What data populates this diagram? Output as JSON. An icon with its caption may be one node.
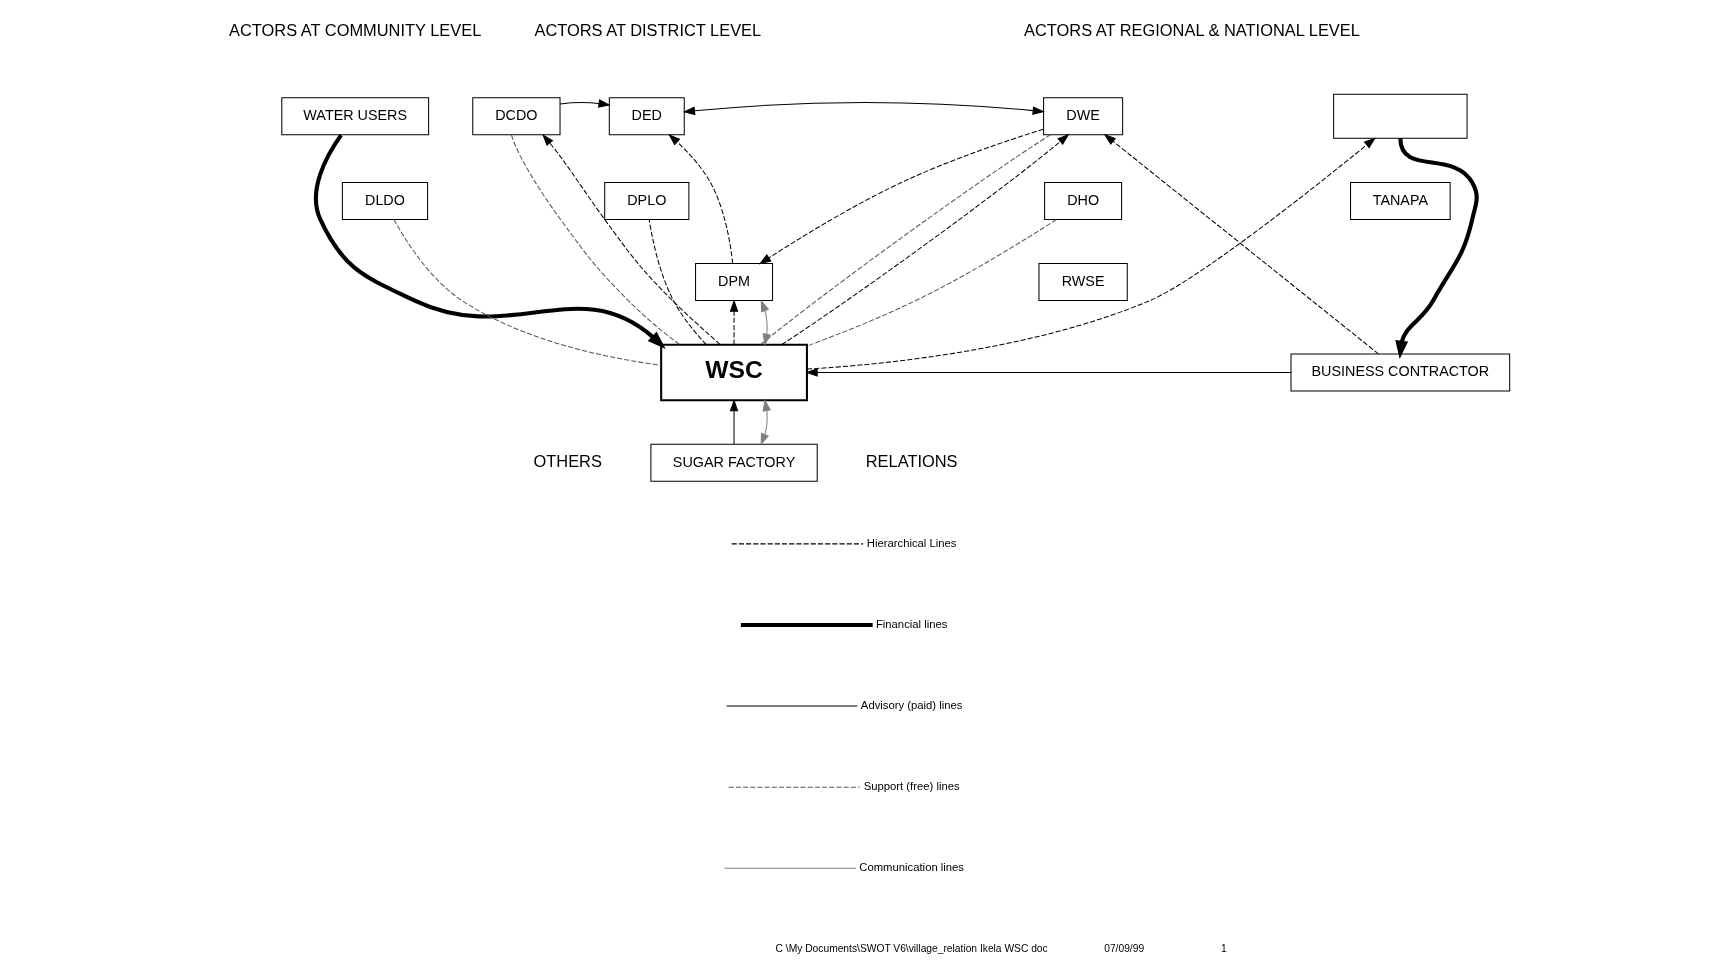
{
  "diagram": {
    "nodes": [
      {
        "text": [
          "WATER USERS"
        ]
      },
      {
        "text": [
          "DCDO"
        ]
      },
      {
        "text": [
          "DED"
        ]
      },
      {
        "text": [
          "DWE"
        ]
      },
      {
        "text": [
          "DLDO"
        ]
      },
      {
        "text": [
          "DPLO"
        ]
      },
      {
        "text": [
          "DHO"
        ]
      },
      {
        "text": [
          "DPM"
        ]
      },
      {
        "text": [
          "RWSE"
        ]
      },
      {
        "text": [],
        "shape": "box"
      },
      {
        "text": [
          "TANAPA"
        ]
      },
      {
        "text": [
          "WSC"
        ]
      },
      {
        "text": [
          "BUSINESS CONTRACTOR"
        ]
      },
      {
        "text": [
          "SUGAR FACTORY"
        ]
      }
    ],
    "edges": [
      {
        "from": 0,
        "to": 11,
        "arrow": "to",
        "style": "thick"
      },
      {
        "from": 1,
        "to": 2,
        "arrow": "to"
      },
      {
        "from": 2,
        "to": 3,
        "arrow": "both"
      },
      {
        "from": 11,
        "to": 1,
        "arrow": "to",
        "style": "dashed"
      },
      {
        "from": 7,
        "to": 2,
        "arrow": "to",
        "style": "dashed"
      },
      {
        "from": 3,
        "to": 7,
        "arrow": "to",
        "style": "dashed"
      },
      {
        "from": 11,
        "to": 7,
        "arrow": "to",
        "style": "dashed"
      },
      {
        "from": 11,
        "to": 7,
        "arrow": "both",
        "color": "#808080"
      },
      {
        "from": 11,
        "to": 3,
        "arrow": "to",
        "style": "dashed"
      },
      {
        "from": 11,
        "to": 5,
        "arrow": "none",
        "style": "dashed"
      },
      {
        "from": 1,
        "to": 11,
        "arrow": "none",
        "style": "dashed",
        "color": "#555555"
      },
      {
        "from": 4,
        "to": 11,
        "arrow": "none",
        "style": "dashed",
        "color": "#555555"
      },
      {
        "from": 6,
        "to": 11,
        "arrow": "none",
        "style": "dashed",
        "color": "#555555"
      },
      {
        "from": 3,
        "to": 11,
        "arrow": "none",
        "style": "dashed",
        "color": "#555555"
      },
      {
        "from": 12,
        "to": 3,
        "arrow": "to",
        "style": "dashed"
      },
      {
        "from": 11,
        "to": 9,
        "arrow": "to",
        "style": "dashed"
      },
      {
        "from": 9,
        "to": 12,
        "arrow": "to",
        "style": "thick"
      },
      {
        "from": 12,
        "to": 11,
        "arrow": "to"
      },
      {
        "from": 13,
        "to": 11,
        "arrow": "to"
      },
      {
        "from": 11,
        "to": 13,
        "arrow": "both",
        "color": "#808080"
      }
    ],
    "labels": [
      "ACTORS AT COMMUNITY LEVEL",
      "ACTORS AT DISTRICT LEVEL",
      "ACTORS AT REGIONAL & NATIONAL LEVEL",
      "OTHERS",
      "RELATIONS",
      "C \\My Documents\\SWOT V6\\village_relation Ikela WSC doc",
      "07/09/99",
      "1"
    ],
    "legend": [
      {
        "text": "Hierarchical Lines"
      },
      {
        "text": "Financial lines"
      },
      {
        "text": "Advisory (paid) lines"
      },
      {
        "text": "Support (free) lines"
      },
      {
        "text": "Communication lines"
      }
    ]
  }
}
